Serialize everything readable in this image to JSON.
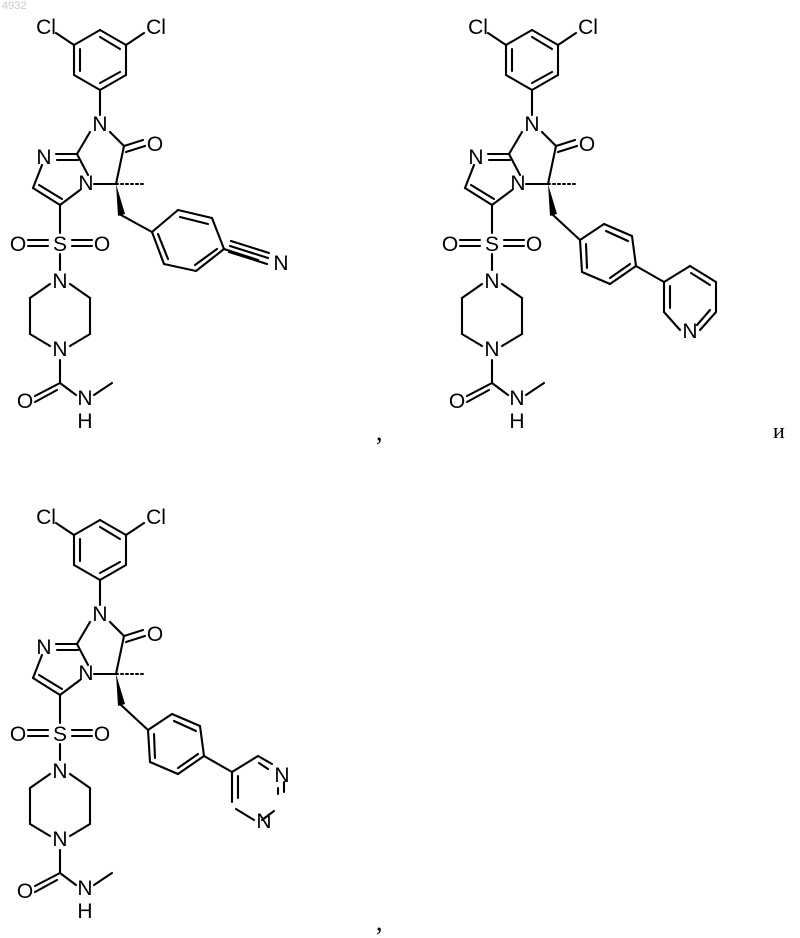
{
  "page_number": "4932",
  "structures": [
    {
      "id": "structure-1",
      "labels": {
        "cl_left": "Cl",
        "cl_right": "Cl",
        "n1": "N",
        "n_imine": "N",
        "n_bridge": "N",
        "o_keto": "O",
        "sulfur": "S",
        "o_s_left": "O",
        "o_s_right": "O",
        "n_pip_top": "N",
        "n_pip_bottom": "N",
        "o_amide": "O",
        "n_amide": "N",
        "h_amide": "H",
        "n_nitrile": "N"
      }
    },
    {
      "id": "structure-2",
      "labels": {
        "cl_left": "Cl",
        "cl_right": "Cl",
        "n1": "N",
        "n_imine": "N",
        "n_bridge": "N",
        "o_keto": "O",
        "sulfur": "S",
        "o_s_left": "O",
        "o_s_right": "O",
        "n_pip_top": "N",
        "n_pip_bottom": "N",
        "o_amide": "O",
        "n_amide": "N",
        "h_amide": "H",
        "n_pyridine": "N"
      }
    },
    {
      "id": "structure-3",
      "labels": {
        "cl_left": "Cl",
        "cl_right": "Cl",
        "n1": "N",
        "n_imine": "N",
        "n_bridge": "N",
        "o_keto": "O",
        "sulfur": "S",
        "o_s_left": "O",
        "o_s_right": "O",
        "n_pip_top": "N",
        "n_pip_bottom": "N",
        "o_amide": "O",
        "n_amide": "N",
        "h_amide": "H",
        "n_pyrimidine_1": "N",
        "n_pyrimidine_2": "N"
      }
    }
  ],
  "separators": {
    "comma_1": ",",
    "conjunction": "и",
    "comma_2": ","
  }
}
